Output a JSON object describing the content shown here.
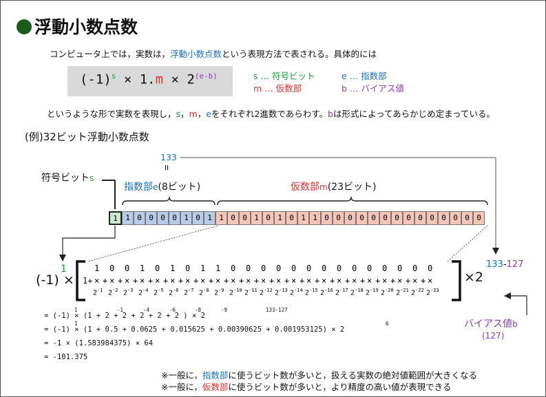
{
  "title": "浮動小数点数",
  "intro": {
    "pre": "コンピュータ上では，実数は，",
    "term": "浮動小数点数",
    "post": "という表現方法で表される。具体的には"
  },
  "formula": {
    "base": "(-1)",
    "s": "s",
    "times1": " × 1.",
    "m": "m",
    "times2": " × 2",
    "exp": "(e-b)"
  },
  "legend": {
    "s": "s … 符号ビット",
    "e": "e … 指数部",
    "m": "m … 仮数部",
    "b": "b … バイアス値"
  },
  "desc": {
    "p1": "というような形で実数を表現し，",
    "s": "s",
    "c1": "，",
    "m": "m",
    "c2": "，",
    "e": "e",
    "p2": "をそれぞれ2進数であらわす。",
    "b": "b",
    "p3": "は形式によってあらかじめ定まっている。"
  },
  "example_title": "(例)32ビット浮動小数点数",
  "exp_value": "133",
  "equals_sign": "II",
  "sign_label": "符号ビット",
  "sign_sym": "s",
  "exp_label": "指数部",
  "exp_sym": "e",
  "exp_bits": "(8ビット)",
  "man_label": "仮数部",
  "man_sym": "m",
  "man_bits": "(23ビット)",
  "bits": {
    "sign": "1",
    "exponent": [
      "1",
      "0",
      "0",
      "0",
      "0",
      "1",
      "0",
      "1"
    ],
    "mantissa": [
      "1",
      "0",
      "0",
      "1",
      "0",
      "1",
      "0",
      "1",
      "1",
      "0",
      "0",
      "0",
      "0",
      "0",
      "0",
      "0",
      "0",
      "0",
      "0",
      "0",
      "0",
      "0",
      "0"
    ]
  },
  "expand": {
    "lead": "(-1)",
    "sign_exp": "1",
    "times": "×",
    "one_plus": "1+",
    "x2": "×2",
    "e_val": "133",
    "minus": "-",
    "b_val": "127"
  },
  "bias_label": "バイアス値",
  "bias_sym": "b",
  "bias_value": "(127)",
  "calc": [
    "= (-1)  × (1 + 2  + 2  + 2  + 2  + 2  ) × 2",
    "= (-1)  × (1 + 0.5 + 0.0625 + 0.015625 + 0.00390625 + 0.001953125) × 2",
    "= -1 × (1.583984375) × 64",
    "= -101.375"
  ],
  "calc_sup": {
    "l1": [
      "1",
      "-1",
      "-4",
      "-6",
      "-8",
      "-9",
      "133-127"
    ],
    "l2": [
      "1",
      "6"
    ]
  },
  "notes": [
    {
      "pre": "※一般に，",
      "term": "指数部",
      "post": "に使うビット数が多いと，扱える実数の絶対値範囲が大きくなる"
    },
    {
      "pre": "※一般に，",
      "term": "仮数部",
      "post": "に使うビット数が多いと，より精度の高い値が表現できる"
    }
  ],
  "colors": {
    "sign": "#cfe8cf",
    "exponent": "#b8cce8",
    "mantissa": "#f5c6b8",
    "blue": "#1a6fb5",
    "red": "#e03030",
    "green": "#1a9e3a",
    "purple": "#8a3fa8"
  }
}
